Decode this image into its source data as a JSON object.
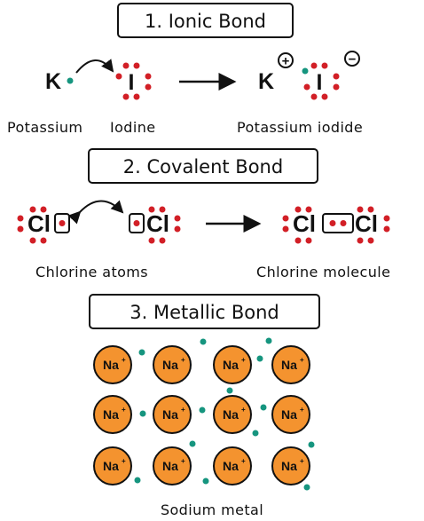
{
  "sections": {
    "ionic": {
      "title": "1. Ionic Bond",
      "k_symbol": "K",
      "i_symbol": "I",
      "product_k": "K",
      "product_i": "I",
      "plus_sign": "+",
      "minus_sign": "−",
      "caption_potassium": "Potassium",
      "caption_iodine": "Iodine",
      "caption_product": "Potassium iodide"
    },
    "covalent": {
      "title": "2. Covalent Bond",
      "cl_symbol": "Cl",
      "caption_atoms": "Chlorine atoms",
      "caption_molecule": "Chlorine molecule"
    },
    "metallic": {
      "title": "3. Metallic Bond",
      "ion_symbol": "Na",
      "ion_charge": "+",
      "caption": "Sodium metal"
    }
  },
  "colors": {
    "electron_red": "#d21f26",
    "electron_teal": "#16957f",
    "sodium_fill": "#f4932f",
    "outline": "#111111"
  }
}
